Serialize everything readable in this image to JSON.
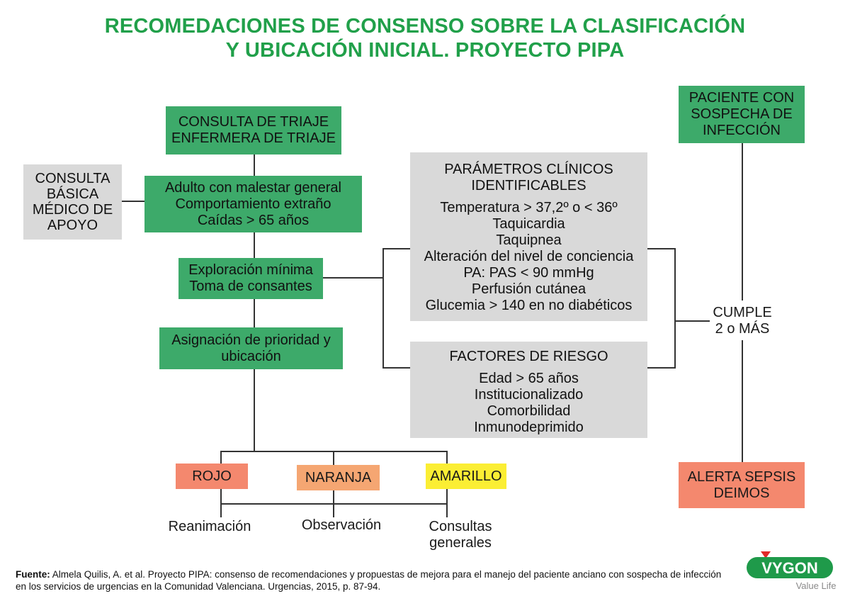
{
  "title": {
    "line1": "RECOMEDACIONES DE CONSENSO SOBRE LA CLASIFICACIÓN",
    "line2": "Y UBICACIÓN INICIAL. PROYECTO PIPA"
  },
  "nodes": {
    "triage": [
      "CONSULTA DE TRIAJE",
      "ENFERMERA DE TRIAJE"
    ],
    "consulta_basica": [
      "CONSULTA",
      "BÁSICA",
      "MÉDICO DE",
      "APOYO"
    ],
    "adulto": [
      "Adulto con malestar general",
      "Comportamiento extraño",
      "Caídas > 65 años"
    ],
    "exploracion": [
      "Exploración mínima",
      "Toma de consantes"
    ],
    "asignacion": [
      "Asignación de prioridad y",
      "ubicación"
    ],
    "parametros": {
      "heading": [
        "PARÁMETROS CLÍNICOS",
        "IDENTIFICABLES"
      ],
      "items": [
        "Temperatura > 37,2º o < 36º",
        "Taquicardia",
        "Taquipnea",
        "Alteración del nivel de conciencia",
        "PA: PAS < 90 mmHg",
        "Perfusión cutánea",
        "Glucemia > 140 en no diabéticos"
      ]
    },
    "factores": {
      "heading": "FACTORES DE RIESGO",
      "items": [
        "Edad > 65 años",
        "Institucionalizado",
        "Comorbilidad",
        "Inmunodeprimido"
      ]
    },
    "paciente": [
      "PACIENTE CON",
      "SOSPECHA DE",
      "INFECCIÓN"
    ],
    "cumple": [
      "CUMPLE",
      "2 o MÁS"
    ],
    "alerta": [
      "ALERTA SEPSIS",
      "DEIMOS"
    ],
    "rojo": "ROJO",
    "naranja": "NARANJA",
    "amarillo": "AMARILLO",
    "reanimacion": "Reanimación",
    "observacion": "Observación",
    "consultas": [
      "Consultas",
      "generales"
    ]
  },
  "colors": {
    "title": "#21a04a",
    "green_box": "#3daa6a",
    "gray_box": "#d9d9d9",
    "rojo": "#f4886e",
    "naranja": "#f5a672",
    "amarillo": "#fbee34",
    "alerta": "#f4886e"
  },
  "footer": {
    "label": "Fuente:",
    "text": " Almela Quilis, A. et al. Proyecto PIPA: consenso de recomendaciones y propuestas de mejora para el manejo del paciente anciano con sospecha de infección en los servicios de urgencias en la Comunidad Valenciana. Urgencias, 2015, p. 87-94."
  },
  "logo": {
    "brand": "VYGON",
    "tagline": "Value Life"
  }
}
